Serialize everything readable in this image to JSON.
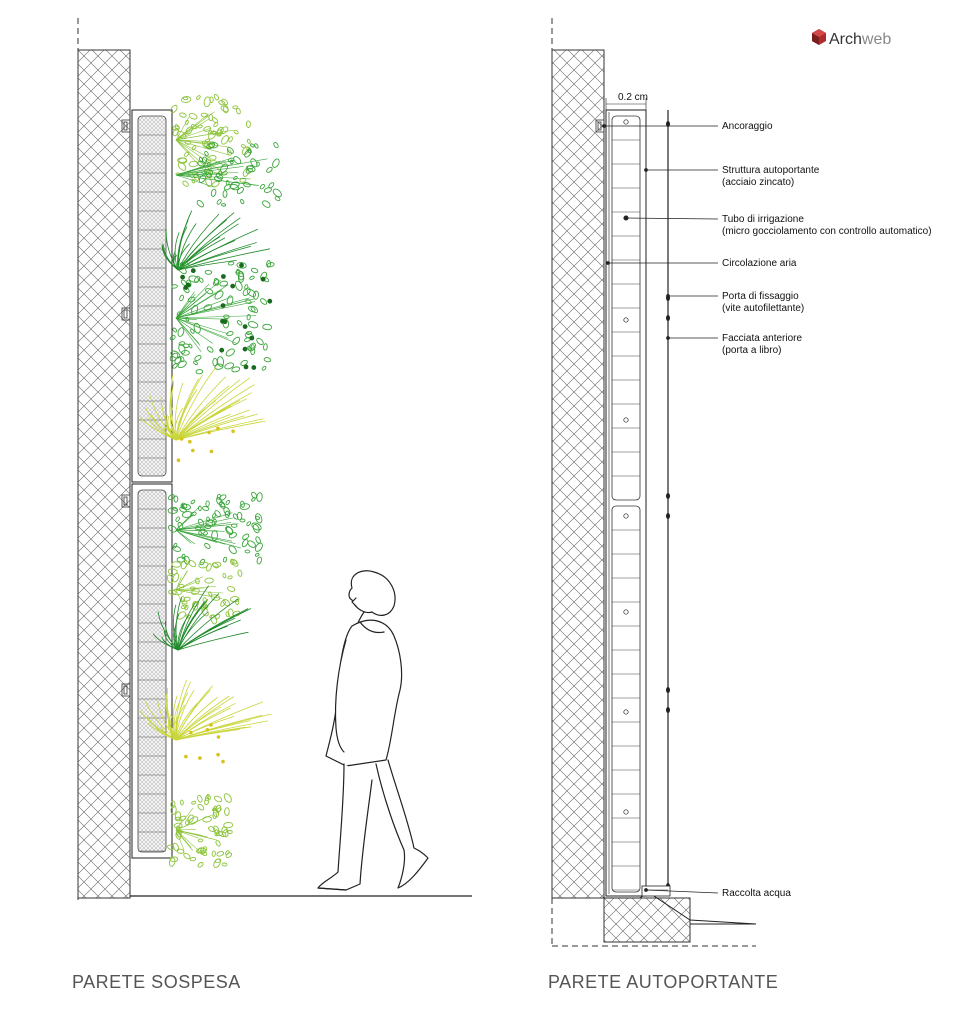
{
  "brand": {
    "name_a": "Arch",
    "name_b": "web"
  },
  "captions": {
    "left": "PARETE SOSPESA",
    "right": "PARETE AUTOPORTANTE"
  },
  "dimension": "0.2 cm",
  "labels": [
    {
      "id": "ancoraggio",
      "lines": [
        "Ancoraggio"
      ]
    },
    {
      "id": "struttura",
      "lines": [
        "Struttura autoportante",
        "(acciaio zincato)"
      ]
    },
    {
      "id": "tubo",
      "lines": [
        "Tubo di irrigazione",
        "(micro gocciolamento con controllo automatico)"
      ]
    },
    {
      "id": "circolazione",
      "lines": [
        "Circolazione aria"
      ]
    },
    {
      "id": "porta-fissaggio",
      "lines": [
        "Porta di fissaggio",
        "(vite autofilettante)"
      ]
    },
    {
      "id": "facciata",
      "lines": [
        "Facciata anteriore",
        "(porta a libro)"
      ]
    },
    {
      "id": "raccolta",
      "lines": [
        "Raccolta acqua"
      ]
    }
  ],
  "colors": {
    "plant_dark": "#1f8a2a",
    "plant_mid": "#3aa53a",
    "plant_light": "#8cc43a",
    "plant_yellow": "#c9d63a",
    "line": "#222222",
    "hatch": "#555555"
  }
}
